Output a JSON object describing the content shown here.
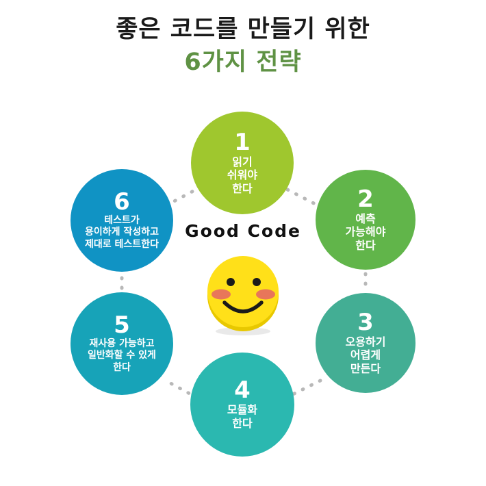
{
  "title": {
    "line1": "좋은 코드를 만들기 위한",
    "line2": "6가지 전략",
    "line1_color": "#1a1a1a",
    "line2_color": "#5f9244"
  },
  "center": {
    "caption": "Good Code",
    "caption_color": "#111111",
    "face_color": "#ffe019",
    "face_shadow_color": "#e8c800",
    "cheek_color": "#e8765a",
    "eye_color": "#1a1a1a"
  },
  "connector": {
    "color": "#b8b8b8",
    "style": "dotted"
  },
  "nodes": [
    {
      "number": "1",
      "label": "읽기\n쉬워야\n한다",
      "color": "#9fc72e",
      "position": "top"
    },
    {
      "number": "2",
      "label": "예측\n가능해야\n한다",
      "color": "#61b54a",
      "position": "top-right"
    },
    {
      "number": "3",
      "label": "오용하기\n어렵게\n만든다",
      "color": "#43ae94",
      "position": "bottom-right"
    },
    {
      "number": "4",
      "label": "모듈화\n한다",
      "color": "#2bb8b0",
      "position": "bottom"
    },
    {
      "number": "5",
      "label": "재사용 가능하고\n일반화할 수 있게\n한다",
      "color": "#17a3b8",
      "position": "bottom-left"
    },
    {
      "number": "6",
      "label": "테스트가\n용이하게 작성하고\n제대로 테스트한다",
      "color": "#1093c4",
      "position": "top-left"
    }
  ]
}
